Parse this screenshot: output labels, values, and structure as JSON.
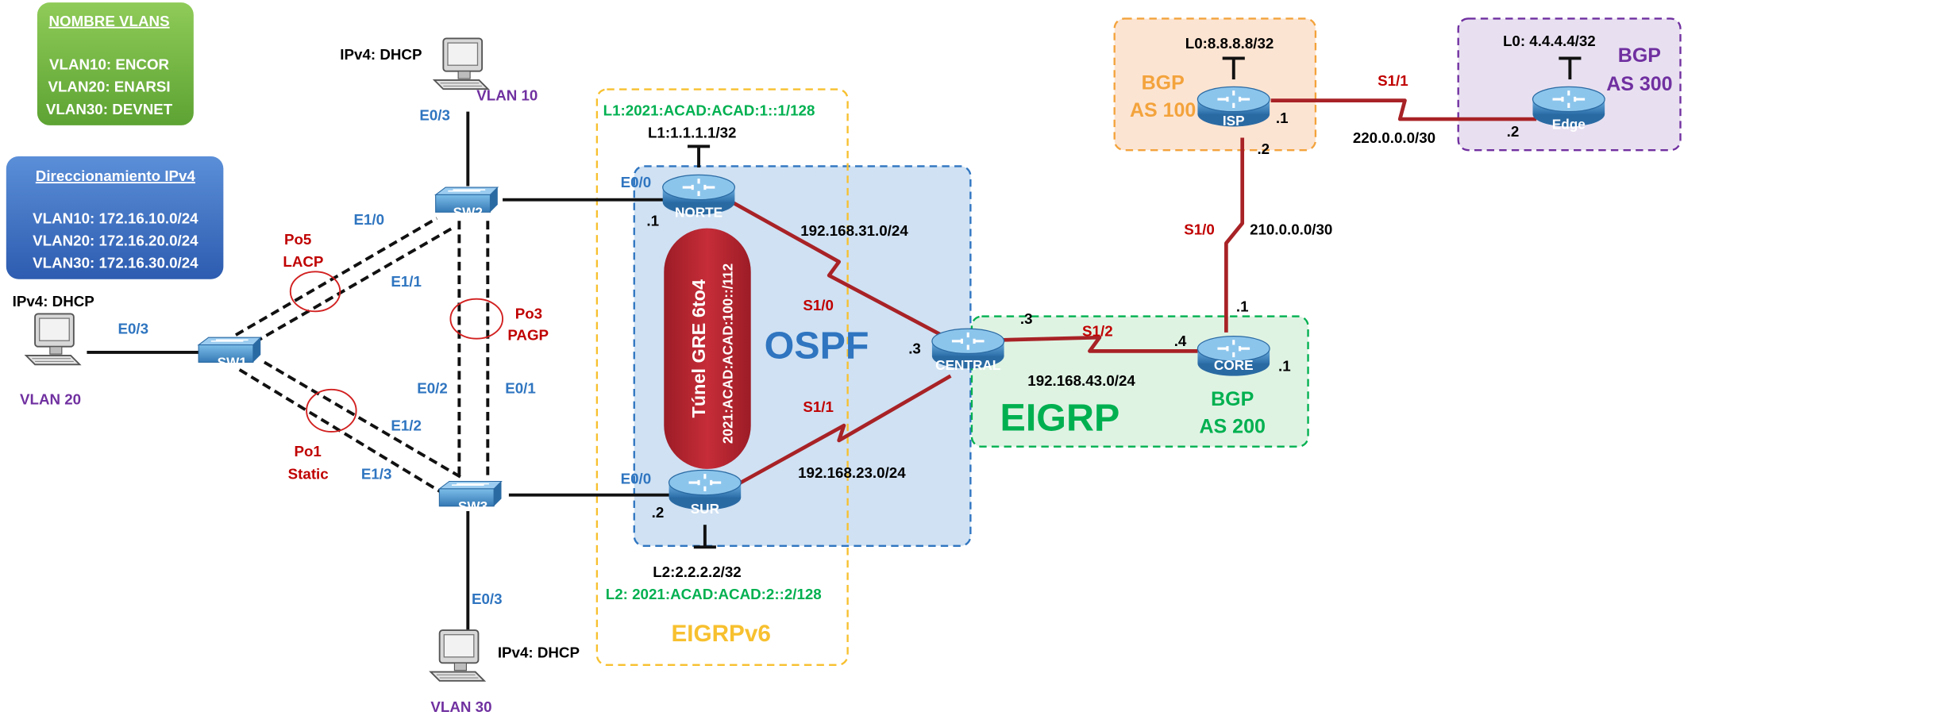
{
  "legends": {
    "vlan_names": {
      "title": "NOMBRE VLANS",
      "lines": [
        "VLAN10: ENCOR",
        "VLAN20: ENARSI",
        "VLAN30: DEVNET"
      ]
    },
    "ipv4": {
      "title": "Direccionamiento IPv4",
      "lines": [
        "VLAN10: 172.16.10.0/24",
        "VLAN20: 172.16.20.0/24",
        "VLAN30: 172.16.30.0/24"
      ]
    }
  },
  "hosts": {
    "pc_vlan10": {
      "ip": "IPv4: DHCP",
      "vlan": "VLAN 10",
      "port": "E0/3"
    },
    "pc_vlan20": {
      "ip": "IPv4: DHCP",
      "vlan": "VLAN 20",
      "port": "E0/3"
    },
    "pc_vlan30": {
      "ip": "IPv4: DHCP",
      "vlan": "VLAN 30",
      "port": "E0/3"
    }
  },
  "switches": {
    "sw1": "SW1",
    "sw2": "SW2",
    "sw3": "SW3"
  },
  "etherchannels": {
    "po5": {
      "name": "Po5",
      "mode": "LACP"
    },
    "po3": {
      "name": "Po3",
      "mode": "PAGP"
    },
    "po1": {
      "name": "Po1",
      "mode": "Static"
    }
  },
  "switch_ports": {
    "e1_0": "E1/0",
    "e1_1": "E1/1",
    "e1_2": "E1/2",
    "e1_3": "E1/3",
    "e0_2": "E0/2",
    "e0_1": "E0/1"
  },
  "routers": {
    "norte": "NORTE",
    "sur": "SUR",
    "central": "CENTRAL",
    "core": "CORE",
    "isp": "ISP",
    "edge": "Edge"
  },
  "interfaces": {
    "norte_e00": "E0/0",
    "norte_ip": ".1",
    "norte_s10": "S1/0",
    "sur_e00": "E0/0",
    "sur_ip": ".2",
    "sur_s11": "S1/1",
    "central_ip": ".3",
    "central_ip2": ".3",
    "central_s12": "S1/2",
    "core_ip": ".4",
    "core_ip2": ".1",
    "core_lo": ".1",
    "core_s10": "S1/0",
    "isp_ip": ".1",
    "isp_ip2": ".2",
    "isp_s11": "S1/1",
    "edge_ip": ".2"
  },
  "loopbacks": {
    "l1_v4": "L1:1.1.1.1/32",
    "l1_v6": "L1:2021:ACAD:ACAD:1::1/128",
    "l2_v4": "L2:2.2.2.2/32",
    "l2_v6": "L2: 2021:ACAD:ACAD:2::2/128",
    "isp_lo": "L0:8.8.8.8/32",
    "edge_lo": "L0: 4.4.4.4/32"
  },
  "networks": {
    "norte_central": "192.168.31.0/24",
    "sur_central": "192.168.23.0/24",
    "central_core": "192.168.43.0/24",
    "core_isp": "210.0.0.0/30",
    "isp_edge": "220.0.0.0/30"
  },
  "tunnel": {
    "title": "Túnel GRE 6to4",
    "prefix": "2021:ACAD:ACAD:100::/112"
  },
  "areas": {
    "ospf": "OSPF",
    "eigrp": "EIGRP",
    "eigrpv6": "EIGRPv6",
    "bgp100": {
      "line1": "BGP",
      "line2": "AS 100"
    },
    "bgp200": {
      "line1": "BGP",
      "line2": "AS 200"
    },
    "bgp300": {
      "line1": "BGP",
      "line2": "AS 300"
    }
  },
  "colors": {
    "blue_label": "#2f75c0",
    "red_label": "#c00000",
    "purple_label": "#7030a0",
    "green_label": "#00b050",
    "orange_label": "#f3a33c",
    "serial_link": "#a82226",
    "router_blue": "#3b86c4"
  }
}
